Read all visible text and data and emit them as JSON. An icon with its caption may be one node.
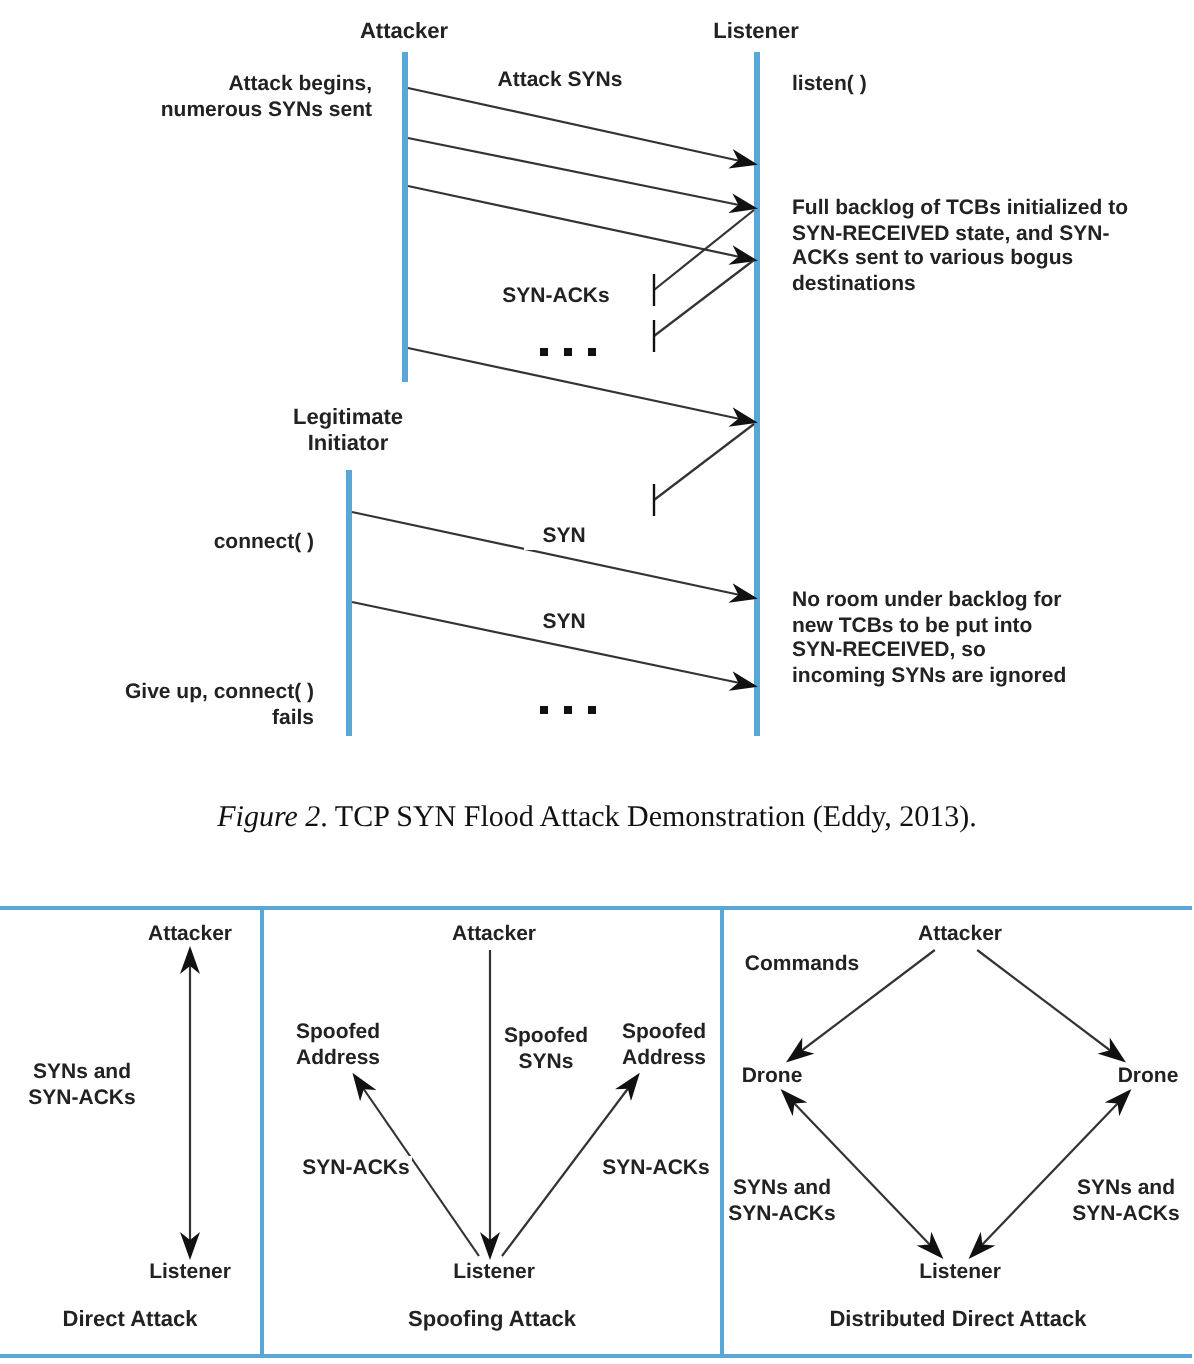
{
  "diagram": {
    "caption": "*Figure 2*. TCP SYN Flood Attack Demonstration (Eddy, 2013).",
    "nodes": [
      {
        "text": [],
        "shape": "bar",
        "beside": [
          "Attacker"
        ]
      },
      {
        "text": [],
        "shape": "bar",
        "beside": [
          "Listener"
        ]
      },
      {
        "text": [],
        "shape": "bar",
        "beside": [
          "Legitimate Initiator"
        ]
      },
      {
        "text": [
          "Direct Attack"
        ]
      },
      {
        "text": [
          "Attacker"
        ],
        "in": 3
      },
      {
        "text": [
          "Listener"
        ],
        "in": 3
      },
      {
        "text": [
          "Spoofing Attack"
        ]
      },
      {
        "text": [
          "Attacker"
        ],
        "in": 6
      },
      {
        "text": [
          "Spoofed Address"
        ],
        "in": 6
      },
      {
        "text": [
          "Spoofed Address"
        ],
        "in": 6
      },
      {
        "text": [
          "Listener"
        ],
        "in": 6
      },
      {
        "text": [
          "Distributed Direct Attack"
        ]
      },
      {
        "text": [
          "Attacker"
        ],
        "in": 11
      },
      {
        "text": [
          "Drone"
        ],
        "in": 11
      },
      {
        "text": [
          "Drone"
        ],
        "in": 11
      },
      {
        "text": [
          "Listener"
        ],
        "in": 11
      }
    ],
    "edges": [
      {
        "from": 0,
        "to": 1,
        "arrow": "to",
        "label": "Attack SYNs"
      },
      {
        "from": 0,
        "to": 1,
        "arrow": "to"
      },
      {
        "from": 0,
        "to": 1,
        "arrow": "to"
      },
      {
        "from": 1,
        "to": null,
        "arrow": "other",
        "label": "SYN-ACKs"
      },
      {
        "from": 1,
        "to": null,
        "arrow": "other"
      },
      {
        "from": 0,
        "to": 1,
        "arrow": "to"
      },
      {
        "from": 1,
        "to": null,
        "arrow": "other"
      },
      {
        "from": 2,
        "to": 1,
        "arrow": "to",
        "label": "SYN"
      },
      {
        "from": 2,
        "to": 1,
        "arrow": "to",
        "label": "SYN"
      },
      {
        "from": 4,
        "to": 5,
        "arrow": "both",
        "label": "SYNs and SYN-ACKs"
      },
      {
        "from": 7,
        "to": 10,
        "arrow": "to",
        "label": "Spoofed SYNs"
      },
      {
        "from": 10,
        "to": 8,
        "arrow": "to",
        "label": "SYN-ACKs"
      },
      {
        "from": 10,
        "to": 9,
        "arrow": "to",
        "label": "SYN-ACKs"
      },
      {
        "from": 12,
        "to": 13,
        "arrow": "to",
        "label": "Commands"
      },
      {
        "from": 12,
        "to": 14,
        "arrow": "to"
      },
      {
        "from": 13,
        "to": 15,
        "arrow": "both",
        "label": "SYNs and SYN-ACKs"
      },
      {
        "from": 14,
        "to": 15,
        "arrow": "both",
        "label": "SYNs and SYN-ACKs"
      }
    ],
    "labels": [
      "Attack begins, numerous SYNs sent",
      "listen( )",
      "Full backlog of TCBs initialized to SYN-RECEIVED state, and SYN-ACKs sent to various bogus destinations",
      "connect( )",
      "No room under backlog for new TCBs to be put into SYN-RECEIVED, so incoming SYNs are ignored",
      "Give up, connect( ) fails"
    ]
  }
}
